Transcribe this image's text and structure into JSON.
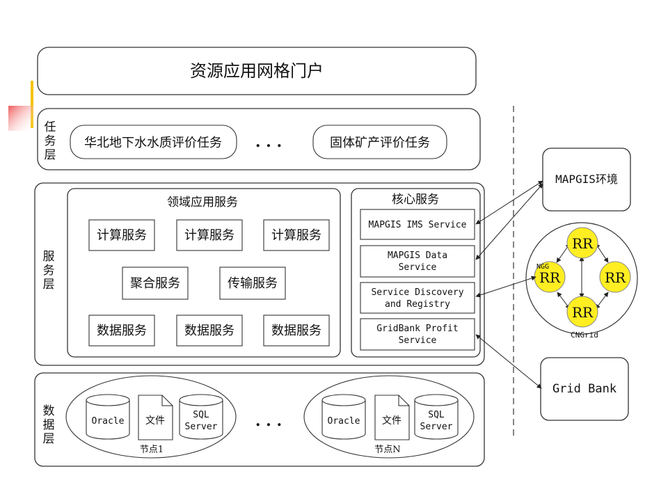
{
  "portal": {
    "title": "资源应用网格门户"
  },
  "task_layer": {
    "label": [
      "任",
      "务",
      "层"
    ],
    "tasks": [
      "华北地下水水质评价任务",
      "固体矿产评价任务"
    ],
    "ellipsis": ". . ."
  },
  "service_layer": {
    "label": [
      "服",
      "务",
      "层"
    ],
    "domain": {
      "title": "领域应用服务",
      "row1": [
        "计算服务",
        "计算服务",
        "计算服务"
      ],
      "row2": [
        "聚合服务",
        "传输服务"
      ],
      "row3": [
        "数据服务",
        "数据服务",
        "数据服务"
      ]
    },
    "core": {
      "title": "核心服务",
      "items": [
        {
          "line1": "MAPGIS IMS Service",
          "line2": ""
        },
        {
          "line1": "MAPGIS Data",
          "line2": "Service"
        },
        {
          "line1": "Service Discovery",
          "line2": "and Registry"
        },
        {
          "line1": "GridBank Profit",
          "line2": "Service"
        }
      ]
    }
  },
  "data_layer": {
    "label": [
      "数",
      "据",
      "层"
    ],
    "ellipsis": ". . .",
    "nodes": [
      {
        "oracle": "Oracle",
        "file": "文件",
        "sql1": "SQL",
        "sql2": "Server",
        "name": "节点1"
      },
      {
        "oracle": "Oracle",
        "file": "文件",
        "sql1": "SQL",
        "sql2": "Server",
        "name": "节点N"
      }
    ]
  },
  "external": {
    "mapgis_env": "MAPGIS环境",
    "cngrid": {
      "name": "CNGrid",
      "ngg": "NGG",
      "rr": [
        "RR",
        "RR",
        "RR",
        "RR"
      ]
    },
    "grid_bank": "Grid Bank"
  },
  "colors": {
    "rr_fill": "#ffee22",
    "accent_yellow": "#f4c400",
    "accent_red": "#f06a6a"
  }
}
